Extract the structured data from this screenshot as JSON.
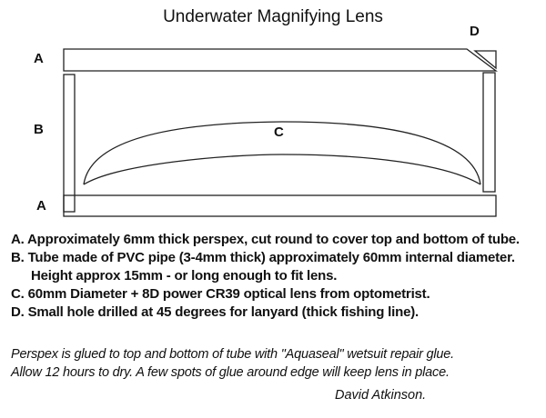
{
  "title": "Underwater Magnifying Lens",
  "labels": {
    "top_plate": "A",
    "tube": "B",
    "lens": "C",
    "hole": "D",
    "bottom_plate": "A"
  },
  "notes": [
    "A. Approximately 6mm thick perspex, cut round to cover top and bottom of tube.",
    "B. Tube made of PVC pipe (3-4mm thick) approximately 60mm internal diameter. Height approx 15mm - or long enough to fit lens.",
    "C. 60mm Diameter + 8D power CR39 optical lens from optometrist.",
    "D. Small hole drilled at 45 degrees for lanyard (thick fishing line)."
  ],
  "footer": [
    "Perspex is glued to top and bottom of tube with \"Aquaseal\" wetsuit repair glue.",
    "Allow 12 hours to dry.  A few spots of glue around edge will keep lens in place."
  ],
  "signature": "David Atkinson."
}
